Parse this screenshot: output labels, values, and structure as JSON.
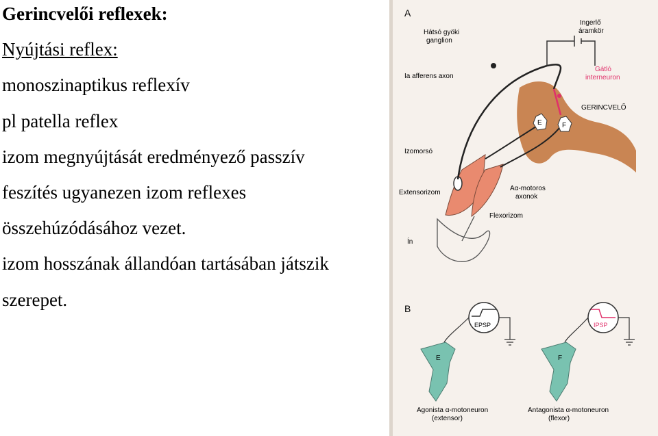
{
  "slide": {
    "title": "Gerincvelői reflexek:",
    "subtitle": "Nyújtási reflex:",
    "lines": [
      "monoszinaptikus reflexív",
      "pl patella reflex",
      "izom megnyújtását eredményező passzív",
      "feszítés ugyanezen izom reflexes",
      "összehúzódásához vezet.",
      "izom hosszának állandóan tartásában játszik",
      "szerepet."
    ]
  },
  "figure": {
    "panel_a": "A",
    "panel_b": "B",
    "labels": {
      "ganglion": [
        "Hátsó gyöki",
        "ganglion"
      ],
      "stim": [
        "Ingerlő",
        "áramkör"
      ],
      "afferent": "Ia afferens axon",
      "interneuron": [
        "Gátló",
        "interneuron"
      ],
      "spinal": "GERINCVELŐ",
      "spindle": "Izomorsó",
      "extensor": "Extensorizom",
      "motor": [
        "Aα-motoros",
        "axonok"
      ],
      "flexor": "Flexorizom",
      "tendon": "Ín",
      "e": "E",
      "f": "F",
      "epsp": "EPSP",
      "ipsp": "IPSP",
      "agonist": [
        "Agonista α-motoneuron",
        "(extensor)"
      ],
      "antagonist": [
        "Antagonista α-motoneuron",
        "(flexor)"
      ]
    },
    "colors": {
      "spinal": "#c98553",
      "muscle": "#e98a6f",
      "neuron": "#79c2b0",
      "inhibitory": "#e0306a",
      "background": "#f6f1ec"
    }
  }
}
